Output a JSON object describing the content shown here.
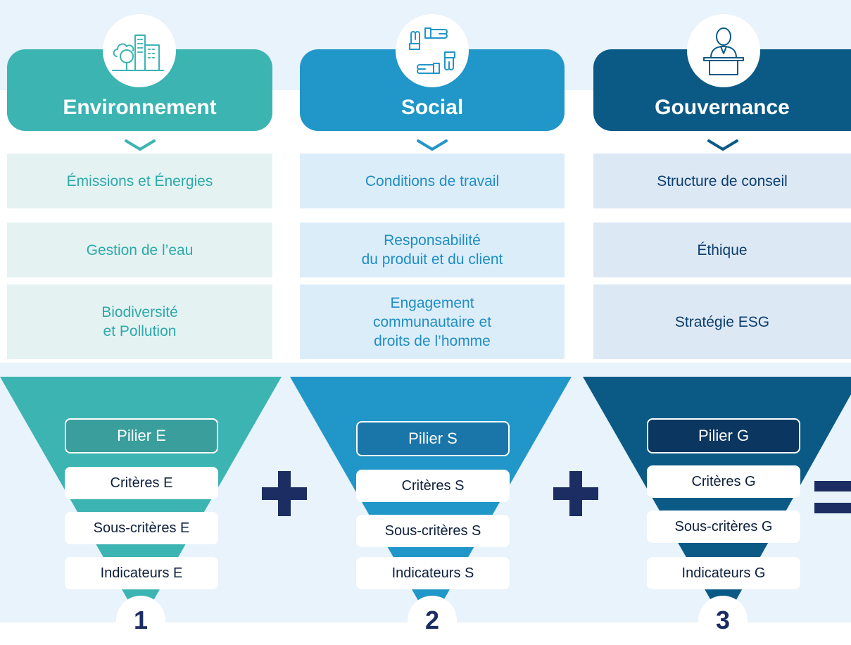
{
  "colors": {
    "environment": "#3cb4b2",
    "social": "#2196c8",
    "governance": "#0b5a86",
    "symbols": "#1b2d63"
  },
  "pillars": [
    {
      "title": "Environnement",
      "icon": "city-trees-icon",
      "themes": [
        "Émissions et Énergies",
        "Gestion de l’eau",
        "Biodiversité\net Pollution"
      ],
      "pilier": "Pilier E",
      "levels": [
        "Critères E",
        "Sous-critères E",
        "Indicateurs E"
      ],
      "number": "1"
    },
    {
      "title": "Social",
      "icon": "hands-circle-icon",
      "themes": [
        "Conditions de travail",
        "Responsabilité\ndu produit et du client",
        "Engagement\ncommunautaire et\ndroits de l’homme"
      ],
      "pilier": "Pilier S",
      "levels": [
        "Critères S",
        "Sous-critères S",
        "Indicateurs S"
      ],
      "number": "2"
    },
    {
      "title": "Gouvernance",
      "icon": "speaker-podium-icon",
      "themes": [
        "Structure de conseil",
        "Éthique",
        "Stratégie ESG"
      ],
      "pilier": "Pilier G",
      "levels": [
        "Critères G",
        "Sous-critères G",
        "Indicateurs G"
      ],
      "number": "3"
    }
  ],
  "operators": [
    "plus-symbol",
    "plus-symbol",
    "equals-symbol"
  ]
}
